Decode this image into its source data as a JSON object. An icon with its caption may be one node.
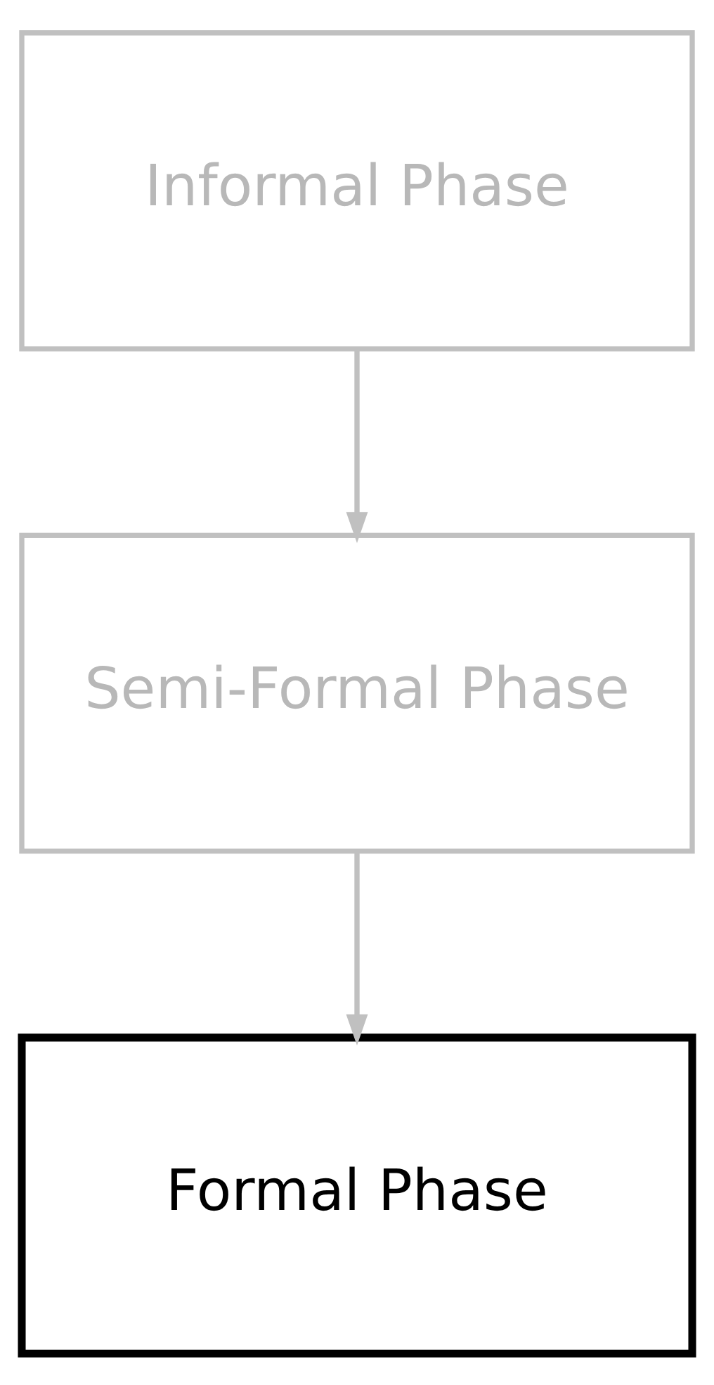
{
  "diagram": {
    "nodes": [
      {
        "text": [
          "Informal Phase"
        ]
      },
      {
        "text": [
          "Semi-Formal Phase"
        ]
      },
      {
        "text": [
          "Formal Phase"
        ]
      }
    ],
    "edges": [
      {
        "from": 0,
        "to": 1,
        "arrow": "to"
      },
      {
        "from": 1,
        "to": 2,
        "arrow": "to"
      }
    ]
  }
}
